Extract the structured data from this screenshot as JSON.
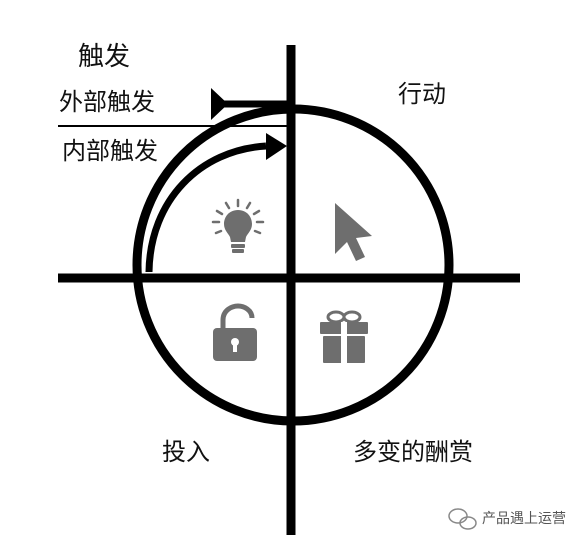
{
  "labels": {
    "trigger": "触发",
    "external_trigger": "外部触发",
    "internal_trigger": "内部触发",
    "action": "行动",
    "investment": "投入",
    "variable_reward": "多变的酬赏"
  },
  "icons": {
    "trigger_quadrant": "lightbulb-icon",
    "action_quadrant": "cursor-arrow-icon",
    "investment_quadrant": "padlock-icon",
    "reward_quadrant": "gift-box-icon",
    "watermark": "wechat-icon"
  },
  "watermark": {
    "text": "产品遇上运营"
  },
  "colors": {
    "stroke": "#000000",
    "icon": "#6e6e6e",
    "text": "#111111",
    "background": "#ffffff"
  }
}
